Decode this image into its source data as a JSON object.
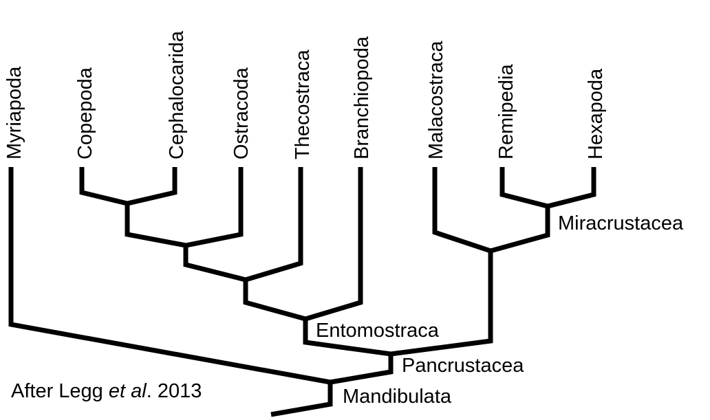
{
  "taxa": [
    "Myriapoda",
    "Copepoda",
    "Cephalocarida",
    "Ostracoda",
    "Thecostraca",
    "Branchiopoda",
    "Malacostraca",
    "Remipedia",
    "Hexapoda"
  ],
  "clades": {
    "miracrustacea": "Miracrustacea",
    "entomostraca": "Entomostraca",
    "pancrustacea": "Pancrustacea",
    "mandibulata": "Mandibulata"
  },
  "credit": {
    "prefix": "After Legg ",
    "italic": "et al",
    "suffix": ". 2013"
  },
  "colors": {
    "line": "#000000",
    "background": "#ffffff"
  }
}
